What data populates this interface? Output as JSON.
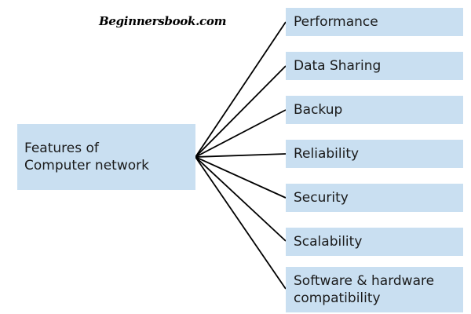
{
  "watermark": "Beginnersbook.com",
  "root": {
    "lines": [
      "Features of",
      "Computer network"
    ]
  },
  "branches": [
    {
      "label": "Performance"
    },
    {
      "label": "Data Sharing"
    },
    {
      "label": "Backup"
    },
    {
      "label": "Reliability"
    },
    {
      "label": "Security"
    },
    {
      "label": "Scalability"
    },
    {
      "label": "Software & hardware compatibility"
    }
  ],
  "colors": {
    "box_fill": "#c9dff1",
    "line": "#000000",
    "text": "#1a1a1a"
  }
}
